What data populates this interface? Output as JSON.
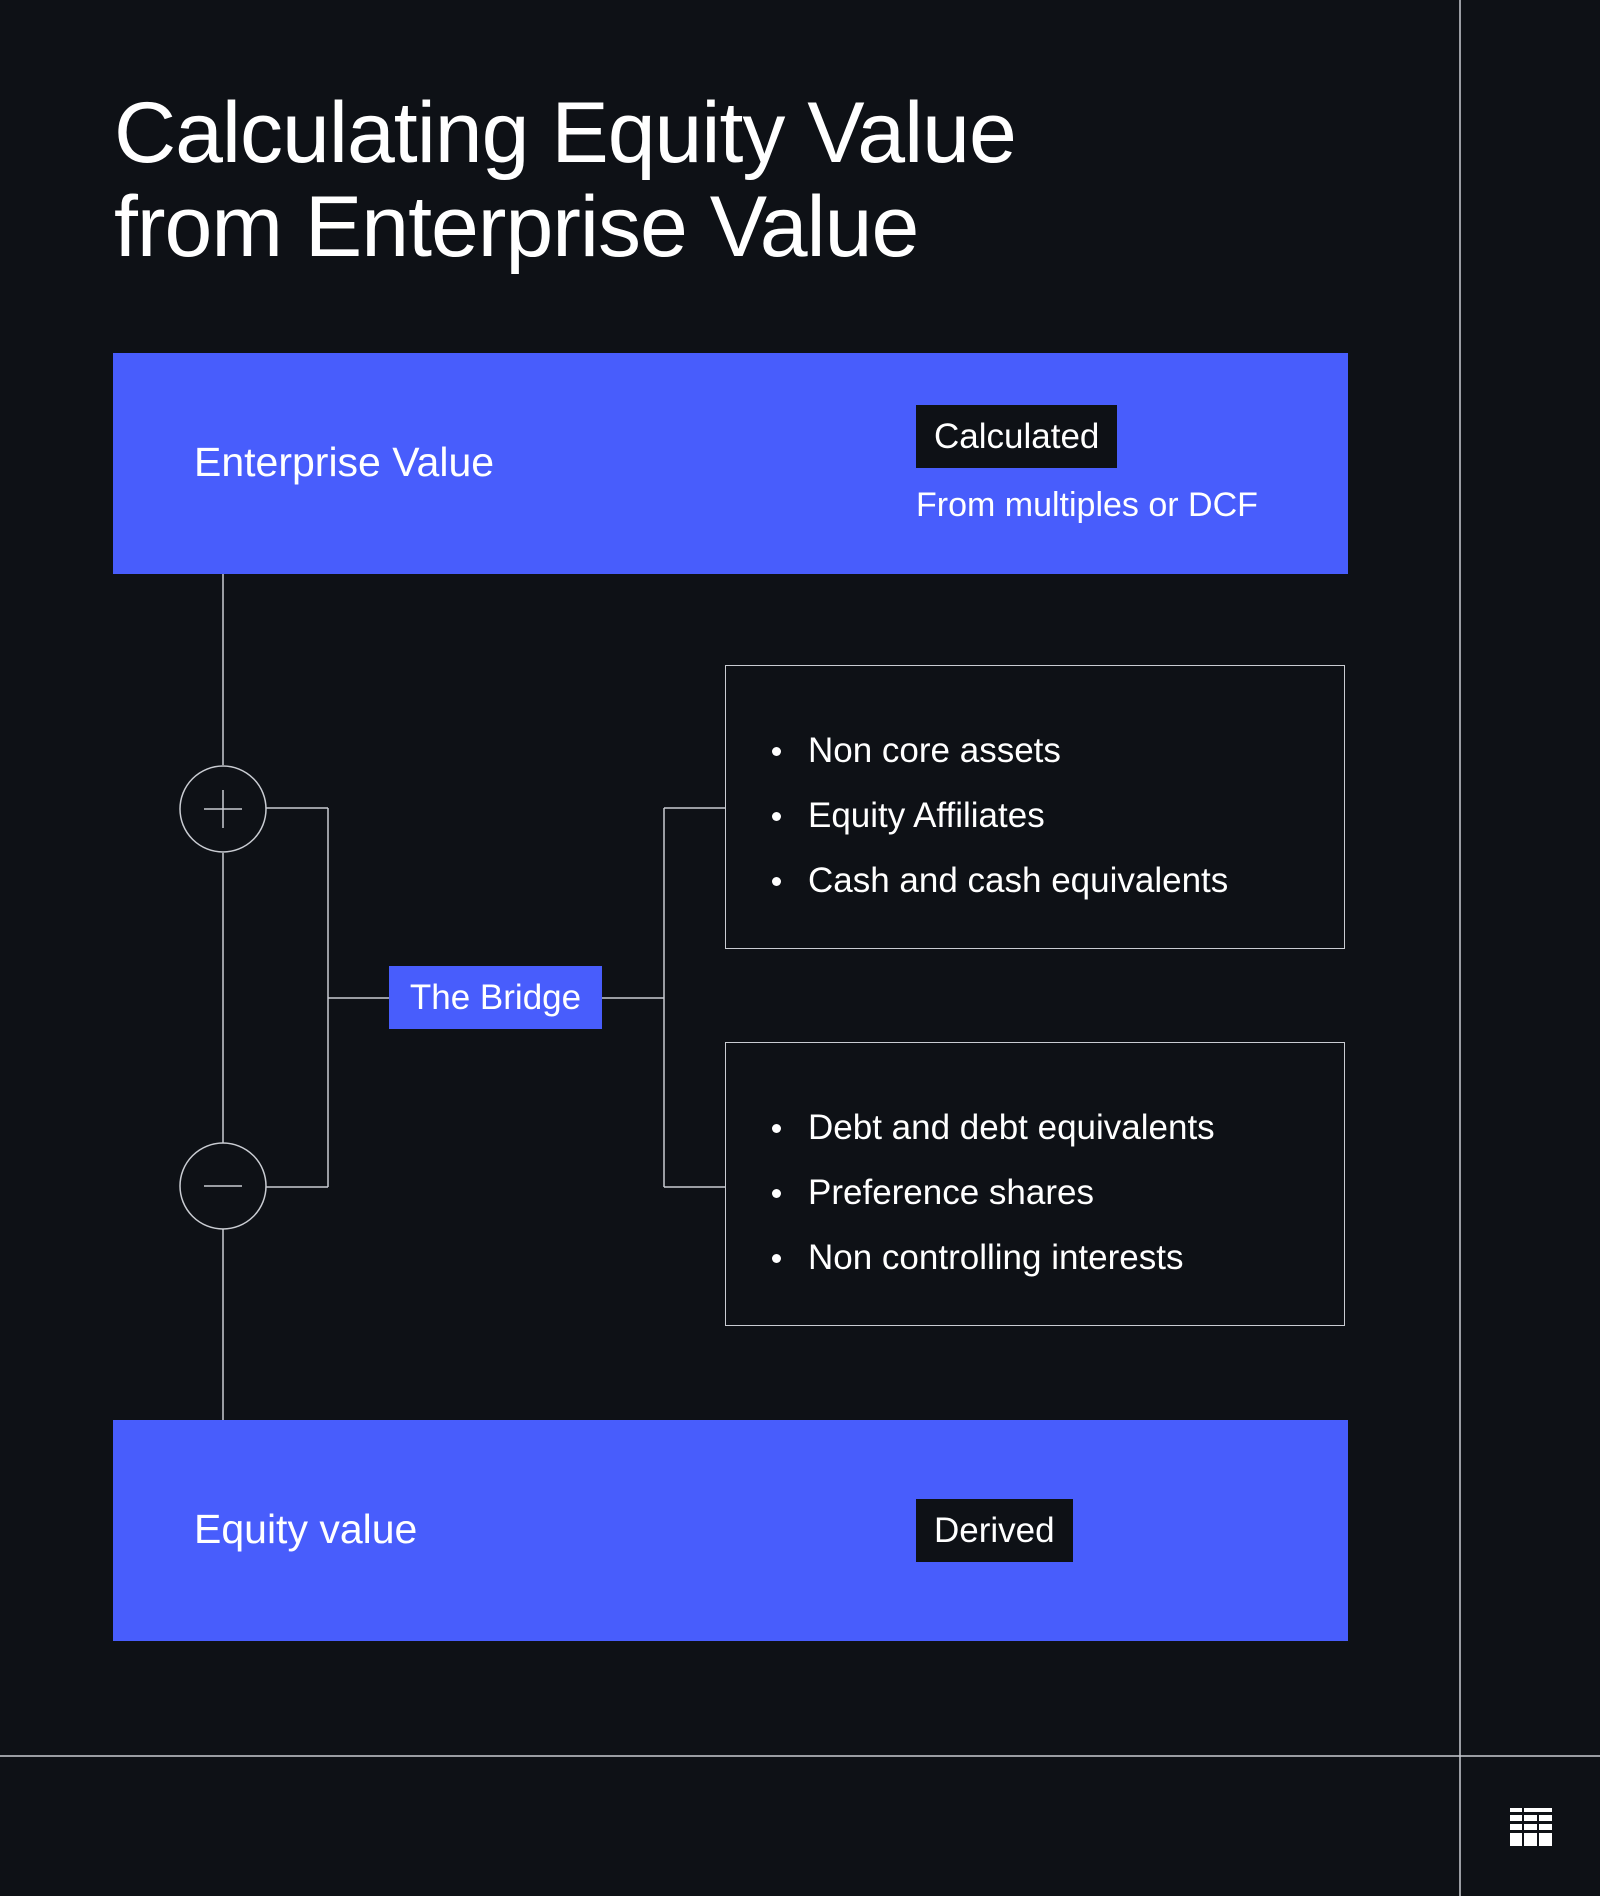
{
  "title": {
    "line1": "Calculating Equity Value",
    "line2": "from Enterprise Value"
  },
  "enterprise": {
    "label": "Enterprise Value",
    "tag": "Calculated",
    "note": "From multiples or DCF"
  },
  "bridge": {
    "label": "The Bridge"
  },
  "add_box": {
    "items": [
      "Non core assets",
      "Equity Affiliates",
      "Cash and cash equivalents"
    ]
  },
  "subtract_box": {
    "items": [
      "Debt and debt equivalents",
      "Preference shares",
      "Non controlling interests"
    ]
  },
  "equity": {
    "label": "Equity value",
    "tag": "Derived"
  },
  "colors": {
    "background": "#0e1116",
    "accent": "#485dfc",
    "line": "#c9ccd2"
  },
  "icons": {
    "plus": "plus-icon",
    "minus": "minus-icon",
    "logo": "grid-logo-icon"
  }
}
